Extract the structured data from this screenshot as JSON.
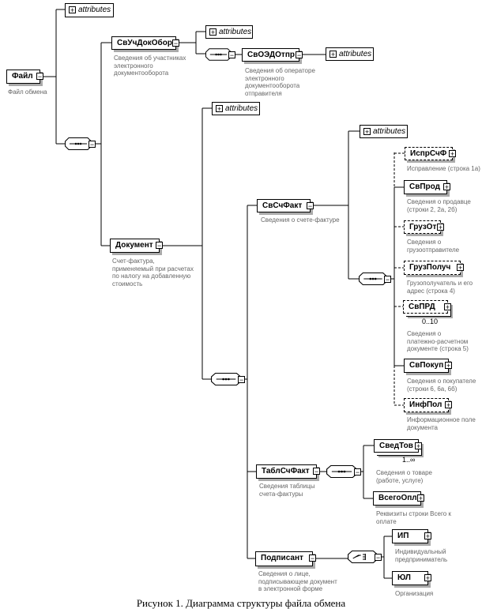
{
  "attributes_label": "attributes",
  "nodes": {
    "file": {
      "name": "Файл",
      "caption": "Файл обмена"
    },
    "participants": {
      "name": "СвУчДокОбор",
      "caption": "Сведения об участниках\nэлектронного\nдокументооборота"
    },
    "operator": {
      "name": "СвОЭДОтпр",
      "caption": "Сведения об операторе\nэлектронного\nдокументооборота\nотправителя"
    },
    "document": {
      "name": "Документ",
      "caption": "Счет-фактура,\nприменяемый при расчетах\nпо налогу на добавленную\nстоимость"
    },
    "invoice": {
      "name": "СвСчФакт",
      "caption": "Сведения о счете-фактуре"
    },
    "correction": {
      "name": "ИспрСчФ",
      "caption": "Исправление (строка 1а)"
    },
    "seller": {
      "name": "СвПрод",
      "caption": "Сведения о продавце\n(строки 2, 2а, 2б)"
    },
    "shipper": {
      "name": "ГрузОт",
      "caption": "Сведения о\nгрузоотправителе"
    },
    "consignee": {
      "name": "ГрузПолуч",
      "caption": "Грузополучатель и его\nадрес (строка 4)"
    },
    "payment_doc": {
      "name": "СвПРД",
      "occurs": "0..10",
      "caption": "Сведения о\nплатежно-расчетном\nдокументе (строка 5)"
    },
    "buyer": {
      "name": "СвПокуп",
      "caption": "Сведения о покупателе\n(строки 6, 6а, 6б)"
    },
    "info_field": {
      "name": "ИнфПол",
      "caption": "Информационное поле\nдокумента"
    },
    "table": {
      "name": "ТаблСчФакт",
      "caption": "Сведения таблицы\nсчета-фактуры"
    },
    "goods": {
      "name": "СведТов",
      "occurs": "1..∞",
      "caption": "Сведения о товаре\n(работе, услуге)"
    },
    "total": {
      "name": "ВсегоОпл",
      "caption": "Реквизиты строки Всего к\nоплате"
    },
    "signer": {
      "name": "Подписант",
      "caption": "Сведения о лице,\nподписывающем документ\nв электронной форме"
    },
    "ip": {
      "name": "ИП",
      "caption": "Индивидуальный\nпредприниматель"
    },
    "ul": {
      "name": "ЮЛ",
      "caption": "Организация"
    }
  },
  "figure_caption": "Рисунок 1. Диаграмма структуры файла обмена"
}
